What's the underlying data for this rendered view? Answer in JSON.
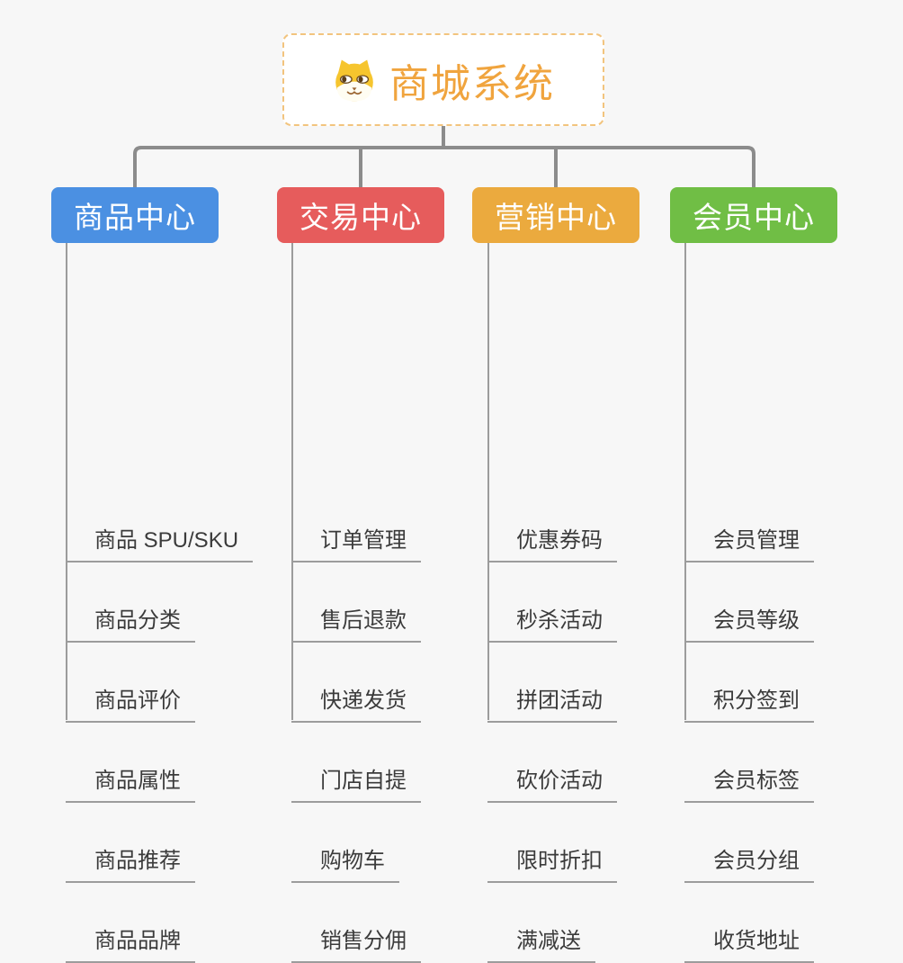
{
  "root": {
    "title": "商城系统",
    "logo_icon": "dog-face-icon",
    "accent_color": "#f0a43e",
    "border_color": "#f2c47e"
  },
  "connector_color": "#8c8c8c",
  "underline_color": "#9c9c9c",
  "branches": [
    {
      "label": "商品中心",
      "color": "#4b90e2",
      "items": [
        "商品 SPU/SKU",
        "商品分类",
        "商品评价",
        "商品属性",
        "商品推荐",
        "商品品牌"
      ]
    },
    {
      "label": "交易中心",
      "color": "#e65c5c",
      "items": [
        "订单管理",
        "售后退款",
        "快递发货",
        "门店自提",
        "购物车",
        "销售分佣"
      ]
    },
    {
      "label": "营销中心",
      "color": "#ebaa3e",
      "items": [
        "优惠券码",
        "秒杀活动",
        "拼团活动",
        "砍价活动",
        "限时折扣",
        "满减送"
      ]
    },
    {
      "label": "会员中心",
      "color": "#70be45",
      "items": [
        "会员管理",
        "会员等级",
        "积分签到",
        "会员标签",
        "会员分组",
        "收货地址"
      ]
    }
  ]
}
